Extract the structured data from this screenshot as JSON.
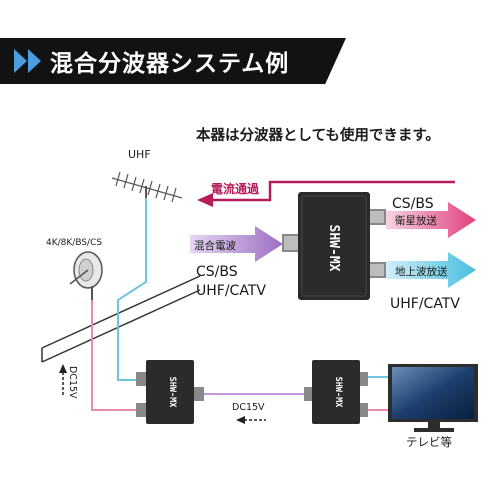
{
  "header": {
    "title": "混合分波器システム例"
  },
  "note": "本器は分波器としても使用できます。",
  "antenna": {
    "uhf_label": "UHF",
    "satellite_label": "4K/8K/BS/CS"
  },
  "flows": {
    "current_flow": "電流通過",
    "mixed_wave": "混合電波",
    "satellite": "衛星放送",
    "terrestrial": "地上波放送"
  },
  "signals": {
    "input_line1": "CS/BS",
    "input_line2": "UHF/CATV",
    "output_top": "CS/BS",
    "output_bottom": "UHF/CATV"
  },
  "device": {
    "model": "SHW-MX"
  },
  "dc_labels": {
    "vertical": "DC15V",
    "horizontal": "DC15V"
  },
  "tv": {
    "label": "テレビ等"
  },
  "colors": {
    "pink": "#e0407f",
    "dark_pink": "#b51d5a",
    "cyan": "#47bedf",
    "purple": "#9c6fc4",
    "cable_blue": "#6fc4de",
    "cable_pink": "#e58ab3",
    "cable_purple": "#c09ad6",
    "device": "#2b2b2b"
  }
}
